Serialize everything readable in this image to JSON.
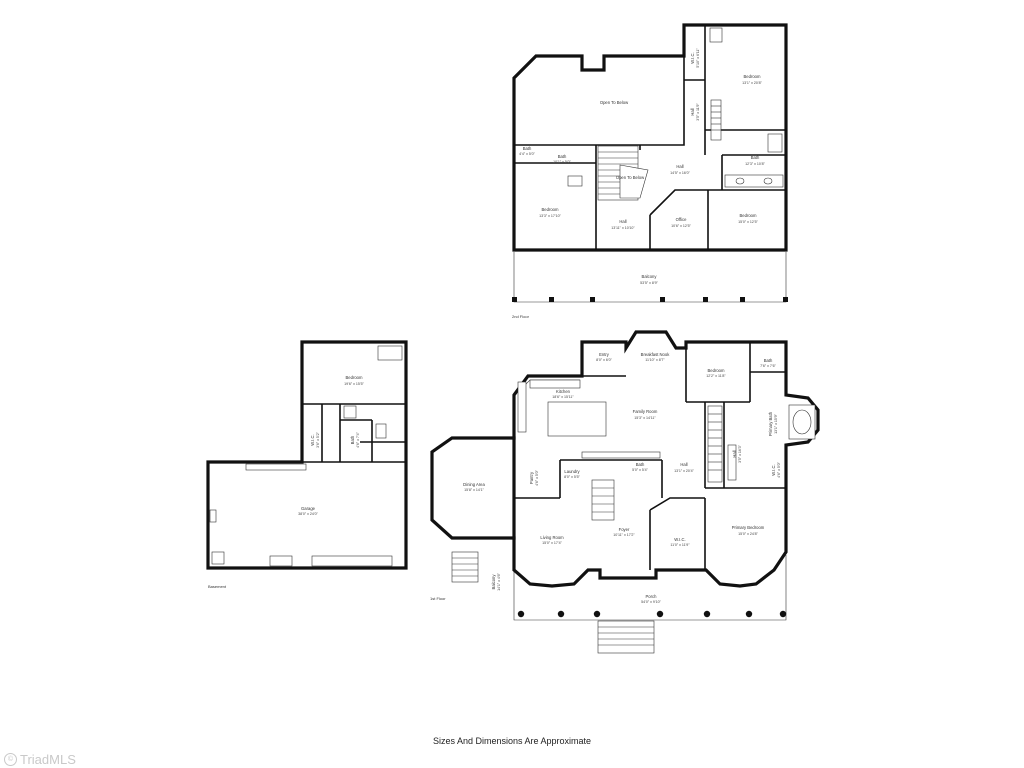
{
  "footer_note": "Sizes And Dimensions Are Approximate",
  "watermark": {
    "text": "TriadMLS",
    "symbol": "©"
  },
  "floors": {
    "second": {
      "label": "2nd Floor"
    },
    "first": {
      "label": "1st Floor"
    },
    "basement": {
      "label": "Basement"
    }
  },
  "rooms": {
    "open_to_below_large": {
      "name": "Open To Below"
    },
    "bedroom_2f_ne": {
      "name": "Bedroom",
      "dim": "13'1\" x 20'8\""
    },
    "wic_2f": {
      "name": "W.I.C.",
      "dim": "5'10\" x 6'11\""
    },
    "hall_2f_small": {
      "name": "Hall",
      "dim": "3'5\" x 11'9\""
    },
    "bath_2f_east": {
      "name": "Bath",
      "dim": "12'3\" x 10'8\""
    },
    "hall_2f_main": {
      "name": "Hall",
      "dim": "14'5\" x 16'0\""
    },
    "open_to_below_small": {
      "name": "Open To Below"
    },
    "bath_2f_small": {
      "name": "Bath",
      "dim": "4'4\" x 5'0\""
    },
    "bath_2f_west": {
      "name": "Bath",
      "dim": "10'1\" x 5'0\""
    },
    "bedroom_2f_west": {
      "name": "Bedroom",
      "dim": "13'3\" x 17'10\""
    },
    "hall_2f_south": {
      "name": "Hall",
      "dim": "13'11\" x 10'10\""
    },
    "office_2f": {
      "name": "Office",
      "dim": "10'6\" x 12'5\""
    },
    "bedroom_2f_se": {
      "name": "Bedroom",
      "dim": "15'0\" x 12'5\""
    },
    "balcony": {
      "name": "Balcony",
      "dim": "53'5\" x 8'9\""
    },
    "entry": {
      "name": "Entry",
      "dim": "8'0\" x 6'0\""
    },
    "breakfast_nook": {
      "name": "Breakfast Nook",
      "dim": "11'10\" x 8'7\""
    },
    "bedroom_1f": {
      "name": "Bedroom",
      "dim": "12'2\" x 11'8\""
    },
    "bath_1f_ne": {
      "name": "Bath",
      "dim": "7'6\" x 7'6\""
    },
    "kitchen": {
      "name": "Kitchen",
      "dim": "18'6\" x 15'11\""
    },
    "family_room": {
      "name": "Family Room",
      "dim": "15'3\" x 14'11\""
    },
    "primary_bath": {
      "name": "Primary Bath",
      "dim": "13'1\" x 15'9\""
    },
    "hall_1f_side": {
      "name": "Hall",
      "dim": "3'5\" x 16'3\""
    },
    "laundry": {
      "name": "Laundry",
      "dim": "8'0\" x 5'5\""
    },
    "bath_1f_half": {
      "name": "Bath",
      "dim": "5'0\" x 5'4\""
    },
    "hall_1f_main": {
      "name": "Hall",
      "dim": "13'1\" x 20'4\""
    },
    "wic_1f_small": {
      "name": "W.I.C.",
      "dim": "4'6\" x 5'0\""
    },
    "pantry": {
      "name": "Pantry",
      "dim": "4'6\" x 5'0\""
    },
    "dining_area": {
      "name": "Dining Area",
      "dim": "15'8\" x 14'1\""
    },
    "living_room": {
      "name": "Living Room",
      "dim": "15'0\" x 17'4\""
    },
    "foyer": {
      "name": "Foyer",
      "dim": "10'11\" x 17'2\""
    },
    "wic_1f": {
      "name": "W.I.C.",
      "dim": "11'0\" x 11'9\""
    },
    "primary_bedroom": {
      "name": "Primary Bedroom",
      "dim": "15'0\" x 24'8\""
    },
    "porch": {
      "name": "Porch",
      "dim": "54'0\" x 9'10\""
    },
    "balcony_side": {
      "name": "Balcony",
      "dim": "14'1\" x 4'6\""
    },
    "bedroom_basement": {
      "name": "Bedroom",
      "dim": "19'6\" x 15'5\""
    },
    "wic_basement": {
      "name": "W.I.C.",
      "dim": "3'6\" x 5'2\""
    },
    "bath_basement": {
      "name": "Bath",
      "dim": "4'6\" x 7'4\""
    },
    "garage": {
      "name": "Garage",
      "dim": "38'0\" x 24'0\""
    }
  }
}
